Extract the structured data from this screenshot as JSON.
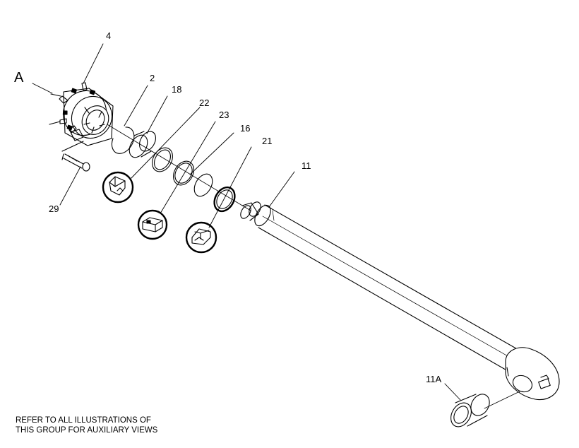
{
  "callouts": {
    "view_a": "A",
    "c4": "4",
    "c2": "2",
    "c18": "18",
    "c22": "22",
    "c23": "23",
    "c16": "16",
    "c21": "21",
    "c11": "11",
    "c29": "29",
    "c11a": "11A"
  },
  "note": {
    "line1": "REFER TO ALL ILLUSTRATIONS OF",
    "line2": "THIS GROUP FOR AUXILIARY VIEWS"
  },
  "colors": {
    "ink": "#000000",
    "background": "#ffffff"
  }
}
